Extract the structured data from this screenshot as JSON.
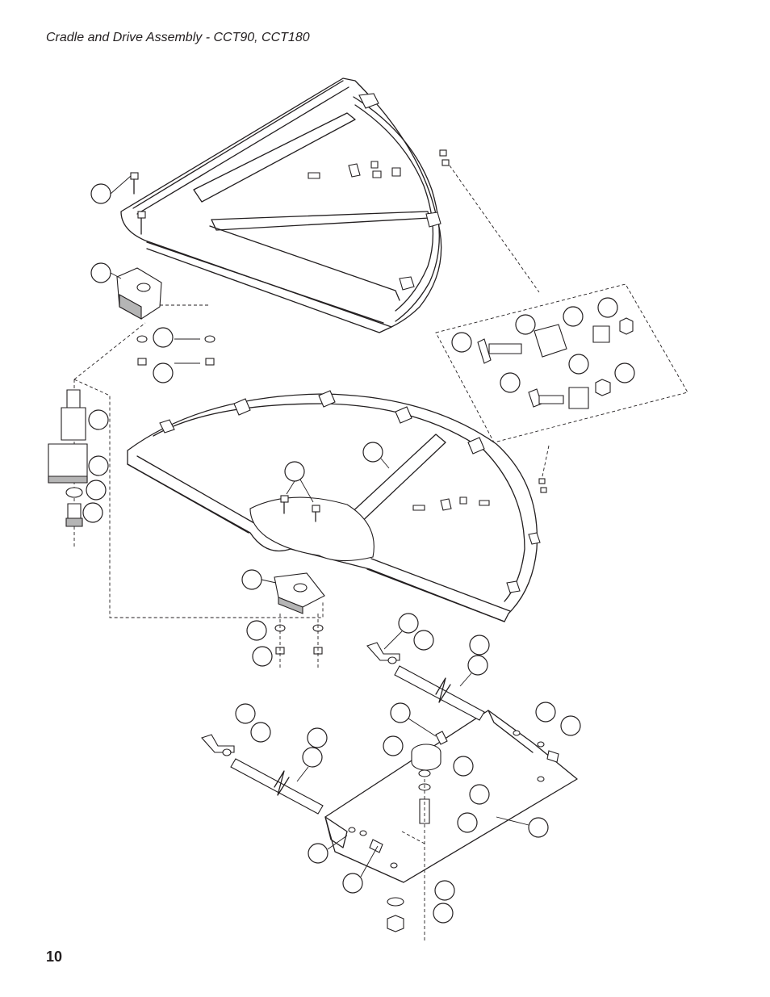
{
  "page": {
    "title": "Cradle and Drive Assembly - CCT90, CCT180",
    "number": "10"
  },
  "diagram": {
    "callout_count": 42,
    "callouts_labeled": false
  }
}
